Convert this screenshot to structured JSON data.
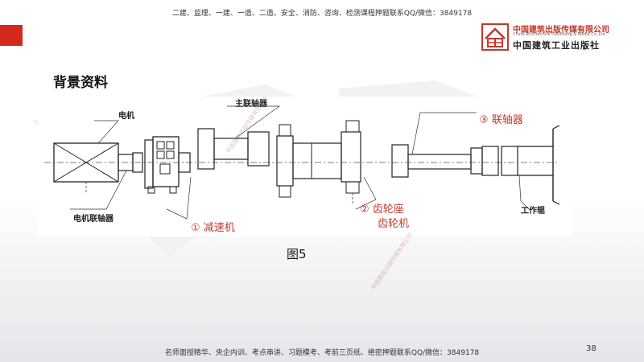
{
  "header_banner": "二建、监理、一建、一造、二造、安全、消防、咨询、检测课程押题联系QQ/微信：3849178",
  "footer_banner": "名师面授精华、央企内训、考点串讲、习题模考、考前三页纸、绝密押题联系QQ/微信：3849178",
  "publisher": {
    "name_cn": "中国建筑出版传媒有限公司",
    "name_en": "China Architecture Publishing & Media Co.,Ltd",
    "name_cn_calligraphy": "中国建筑工业出版社"
  },
  "section_title": "背景资料",
  "figure_caption": "图5",
  "page_number": "38",
  "diagram": {
    "labels": {
      "motor": "电机",
      "main_coupling": "主联轴器",
      "motor_coupling": "电机联轴器",
      "reducer": "① 减速机",
      "gear_seat": "② 齿轮座",
      "gear_machine": "齿轮机",
      "coupling": "③ 联轴器",
      "work_roll": "工作辊"
    },
    "watermarks": [
      "中国建筑出版传媒有限公司",
      "中国建筑出版传媒有限公司"
    ]
  },
  "colors": {
    "accent_red": "#d3281c",
    "annotation_red": "#c0392b"
  }
}
